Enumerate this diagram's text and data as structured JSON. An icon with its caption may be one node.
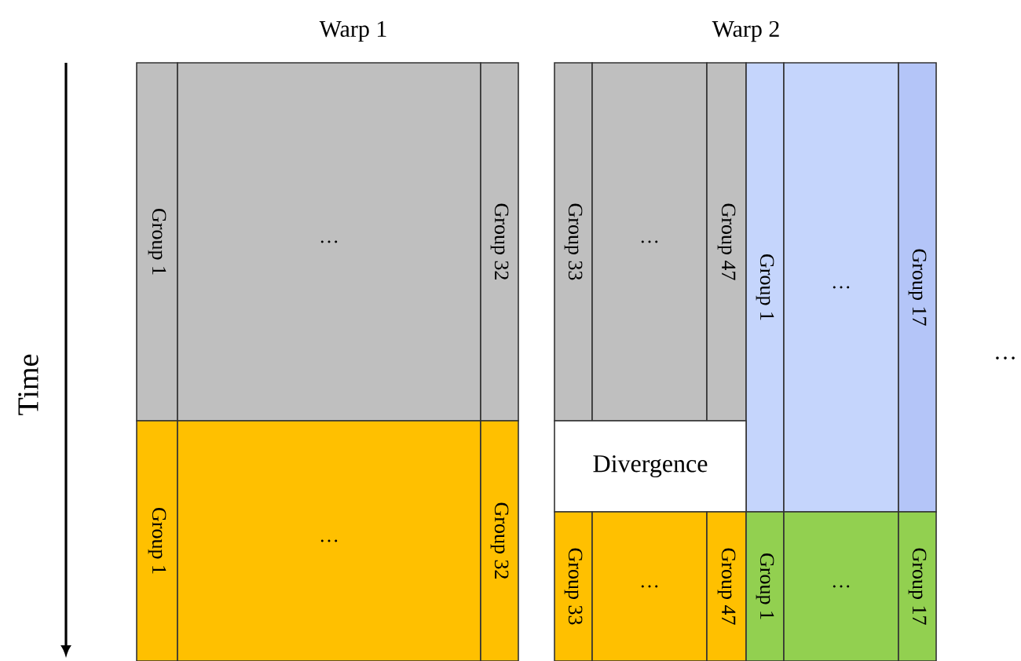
{
  "diagram": {
    "nodes": [
      {
        "text": [
          "Group 1"
        ]
      },
      {
        "text": [
          "…"
        ]
      },
      {
        "text": [
          "Group 32"
        ]
      },
      {
        "text": [
          "Group 33"
        ]
      },
      {
        "text": [
          "…"
        ]
      },
      {
        "text": [
          "Group 47"
        ]
      },
      {
        "text": [
          "Group 1"
        ]
      },
      {
        "text": [
          "…"
        ]
      },
      {
        "text": [
          "Group 17"
        ]
      },
      {
        "text": [
          "Divergence"
        ]
      },
      {
        "text": [
          "Group 1"
        ]
      },
      {
        "text": [
          "…"
        ]
      },
      {
        "text": [
          "Group 32"
        ]
      },
      {
        "text": [
          "Group 33"
        ]
      },
      {
        "text": [
          "…"
        ]
      },
      {
        "text": [
          "Group 47"
        ]
      },
      {
        "text": [
          "Group 1"
        ]
      },
      {
        "text": [
          "…"
        ]
      },
      {
        "text": [
          "Group 17"
        ]
      }
    ],
    "edges": [],
    "labels": [
      "Warp 1",
      "Warp 2",
      "Time",
      "…"
    ]
  }
}
